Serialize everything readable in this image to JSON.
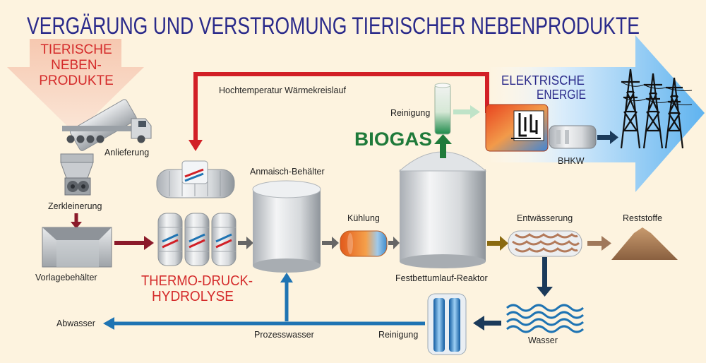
{
  "title": "VERGÄRUNG UND VERSTROMUNG TIERISCHER NEBENPRODUKTE",
  "input_label": [
    "TIERISCHE",
    "NEBEN-",
    "PRODUKTE"
  ],
  "labels": {
    "anlieferung": "Anlieferung",
    "zerkleinerung": "Zerkleinerung",
    "vorlagebehaelter": "Vorlagebehälter",
    "hochtemperatur": "Hochtemperatur Wärmekreislauf",
    "thermo_line1": "THERMO-DRUCK-",
    "thermo_line2": "HYDROLYSE",
    "anmaisch": "Anmaisch-Behälter",
    "kuehlung": "Kühlung",
    "reinigung_top": "Reinigung",
    "biogas": "BIOGAS",
    "reaktor": "Festbettumlauf-Reaktor",
    "elektrische_line1": "ELEKTRISCHE",
    "elektrische_line2": "ENERGIE",
    "bhkw": "BHKW",
    "entwaesserung": "Entwässerung",
    "reststoffe": "Reststoffe",
    "wasser": "Wasser",
    "reinigung_bottom": "Reinigung",
    "prozesswasser": "Prozesswasser",
    "abwasser": "Abwasser"
  },
  "colors": {
    "title": "#2a2a8a",
    "red_text": "#d42a2a",
    "biogas_green": "#1f7a3a",
    "heat_line": "#d21f26",
    "water_line": "#1f74b3",
    "dark_arrow": "#1b3a5a",
    "brown": "#a0785a"
  }
}
